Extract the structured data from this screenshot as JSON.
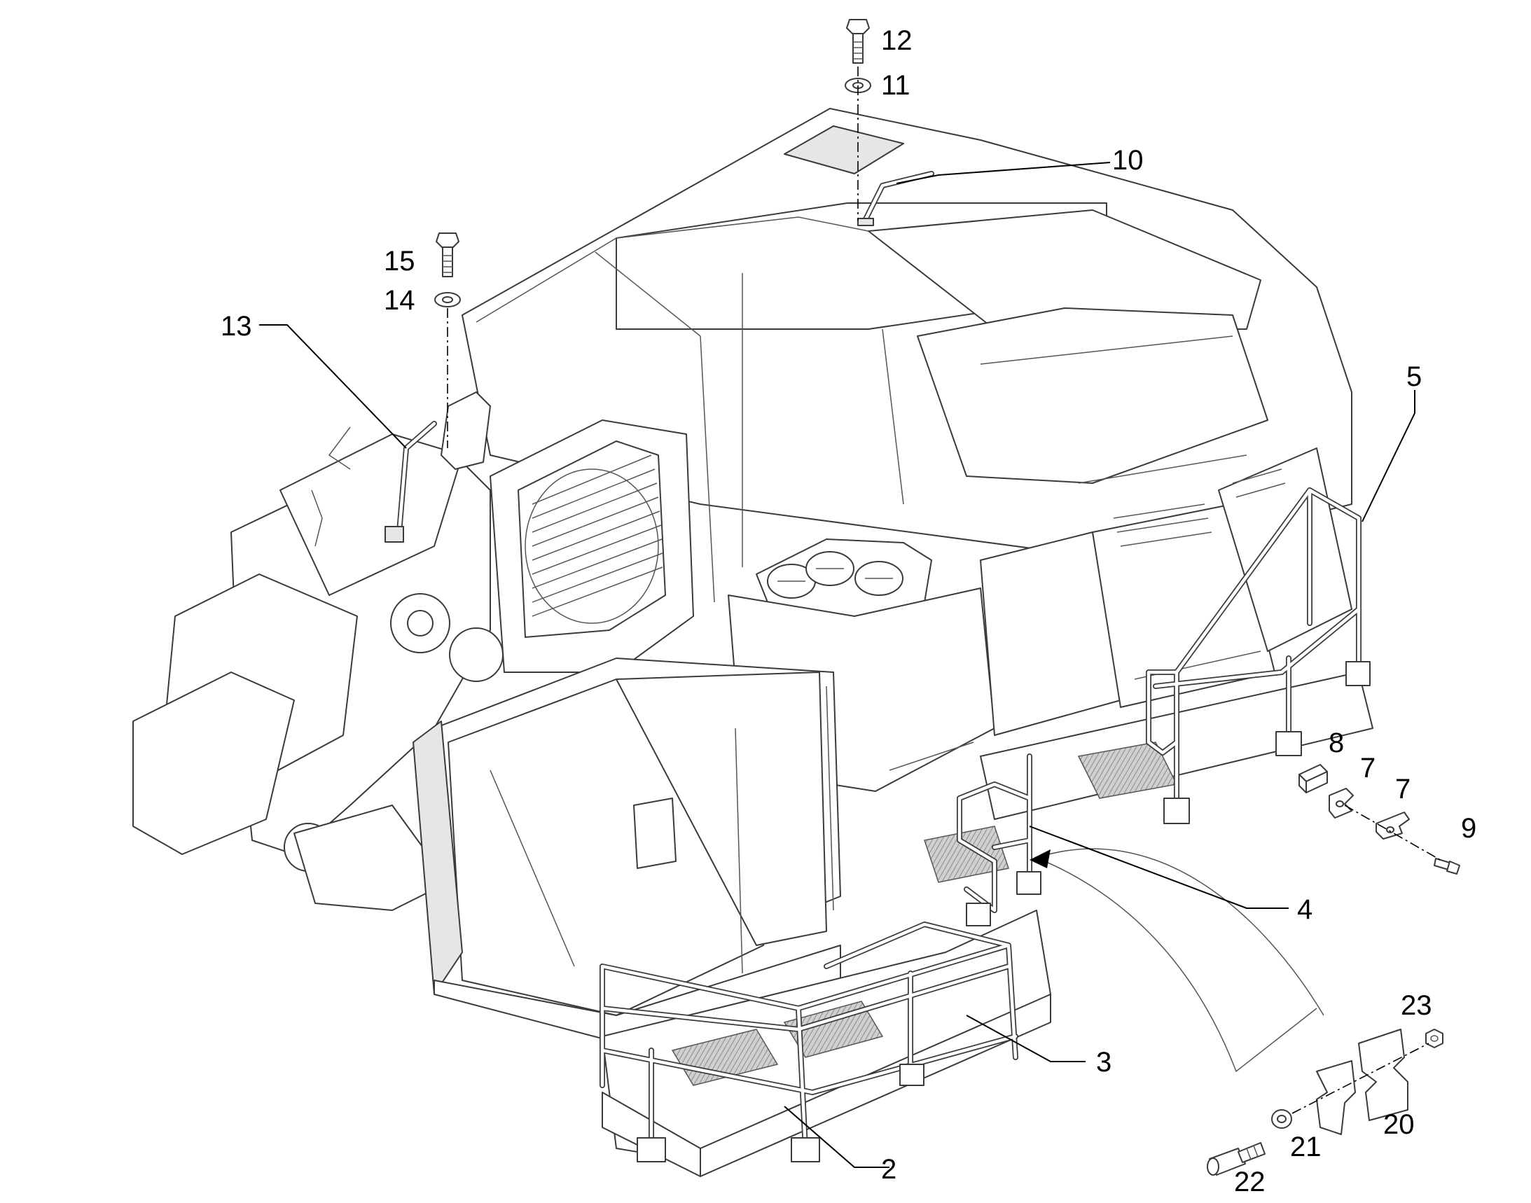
{
  "diagram": {
    "callouts": [
      {
        "id": "2",
        "label": "2"
      },
      {
        "id": "3",
        "label": "3"
      },
      {
        "id": "4",
        "label": "4"
      },
      {
        "id": "5",
        "label": "5"
      },
      {
        "id": "7a",
        "label": "7"
      },
      {
        "id": "7b",
        "label": "7"
      },
      {
        "id": "8",
        "label": "8"
      },
      {
        "id": "9",
        "label": "9"
      },
      {
        "id": "10",
        "label": "10"
      },
      {
        "id": "11",
        "label": "11"
      },
      {
        "id": "12",
        "label": "12"
      },
      {
        "id": "13",
        "label": "13"
      },
      {
        "id": "14",
        "label": "14"
      },
      {
        "id": "15",
        "label": "15"
      },
      {
        "id": "20",
        "label": "20"
      },
      {
        "id": "21",
        "label": "21"
      },
      {
        "id": "22",
        "label": "22"
      },
      {
        "id": "23",
        "label": "23"
      }
    ]
  }
}
